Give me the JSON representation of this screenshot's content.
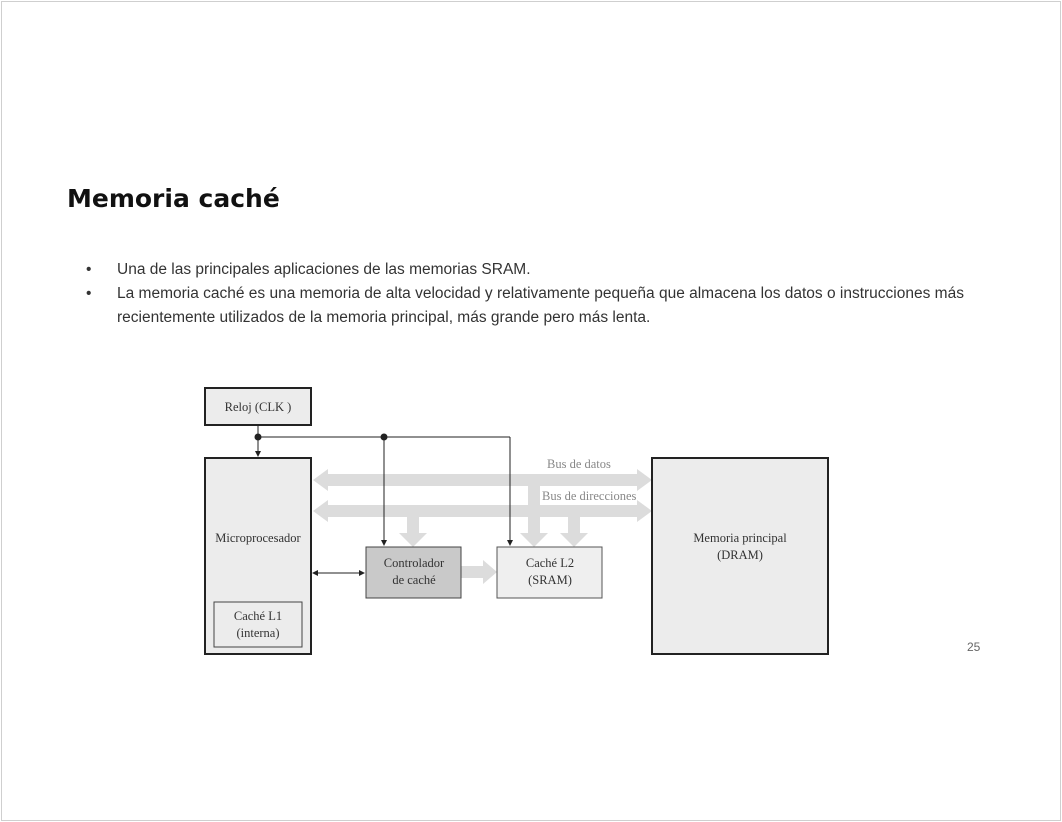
{
  "slide": {
    "title": "Memoria caché",
    "bullets": [
      "Una de las principales aplicaciones de las memorias SRAM.",
      "La memoria caché es una memoria de alta velocidad y relativamente pequeña que almacena los datos o instrucciones más recientemente utilizados de la memoria principal, más grande pero más lenta."
    ],
    "page_number": "25"
  },
  "diagram": {
    "clock": "Reloj (CLK )",
    "microprocessor": "Microprocesador",
    "l1_line1": "Caché L1",
    "l1_line2": "(interna)",
    "controller_line1": "Controlador",
    "controller_line2": "de caché",
    "l2_line1": "Caché L2",
    "l2_line2": "(SRAM)",
    "main_line1": "Memoria principal",
    "main_line2": "(DRAM)",
    "data_bus": "Bus de datos",
    "address_bus": "Bus de direcciones",
    "colors": {
      "box": "#ececec",
      "controller": "#c9c9c9",
      "bus": "#dcdcdc"
    }
  }
}
